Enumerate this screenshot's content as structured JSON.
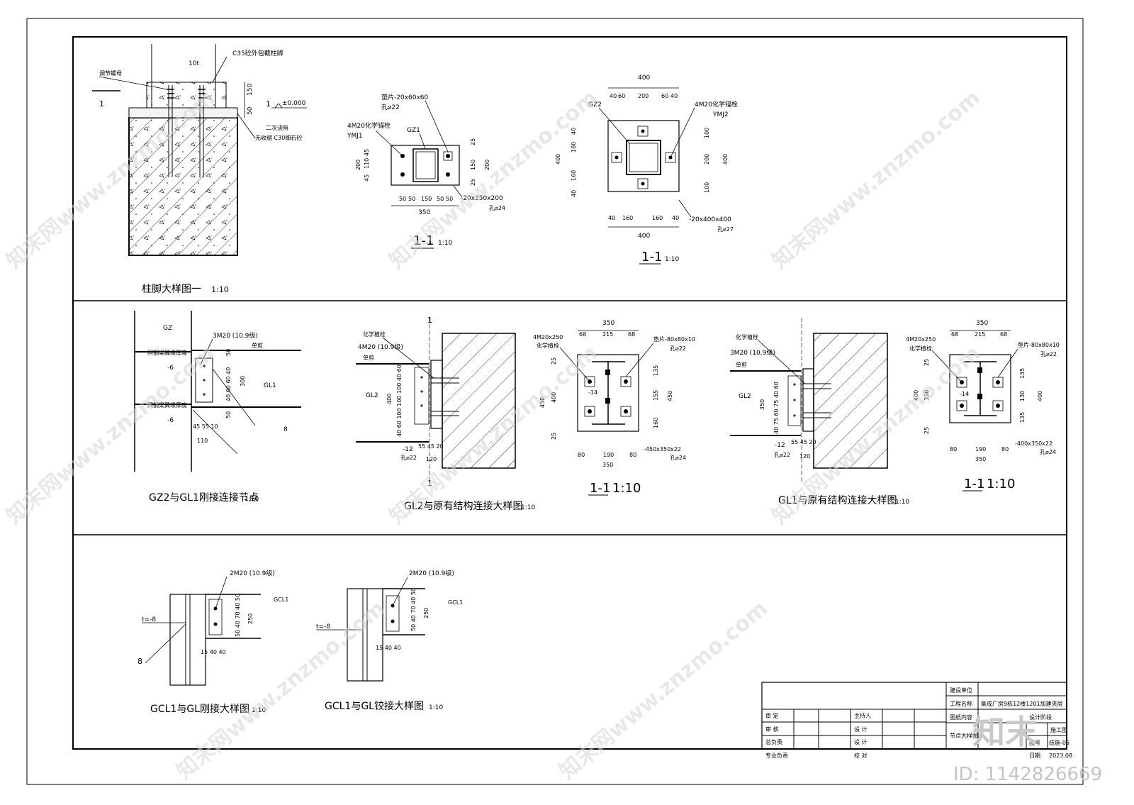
{
  "drawing": {
    "detail1": {
      "title": "柱脚大样图一",
      "scale": "1:10",
      "labels": {
        "concrete": "C35砼外包截柱脚",
        "nut": "调节螺母",
        "plate": "10t",
        "section": "1",
        "elevation": "±0.000",
        "grout_a": "二次浇筑",
        "grout_b": "无收缩 C30细石砼",
        "d150": "150",
        "d50": "50"
      }
    },
    "detail2": {
      "title": "1-1",
      "scale": "1:10",
      "labels": {
        "washer": "垫片-20x60x60",
        "washer_hole": "孔⌀22",
        "anchor": "4M20化学锚栓",
        "anchor_code": "YMJ1",
        "column": "GZ1",
        "plate": "-20x350x200",
        "plate_hole": "孔⌀24"
      },
      "dims": {
        "bottom": [
          "50",
          "50",
          "150",
          "50",
          "50"
        ],
        "total": "350",
        "left": [
          "45",
          "110",
          "45"
        ],
        "left_total": "200",
        "right": [
          "25",
          "150",
          "25"
        ],
        "right_total": "200"
      }
    },
    "detail3": {
      "title": "1-1",
      "scale": "1:10",
      "labels": {
        "column": "GZ2",
        "anchor": "4M20化学锚栓",
        "anchor_code": "YMJ2",
        "plate": "-20x400x400",
        "plate_hole": "孔⌀27"
      },
      "dims": {
        "top_total": "400",
        "top": [
          "40",
          "60",
          "200",
          "60",
          "40"
        ],
        "bottom": [
          "40",
          "160",
          "160",
          "40"
        ],
        "bottom_total": "400",
        "left": [
          "40",
          "160",
          "160",
          "40"
        ],
        "left_total": "400",
        "right": [
          "100",
          "200",
          "100"
        ],
        "right_total": "400"
      }
    },
    "detail4": {
      "title": "GZ2与GL1刚接连接节点",
      "scale": "1:10",
      "labels": {
        "column": "GZ",
        "bolt": "3M20 (10.9级)",
        "stiff_top": "同钢梁翼缘厚度",
        "stiff_bot": "同钢梁翼缘厚度",
        "plate_top": "-6",
        "plate_bot": "-6",
        "beam": "GL1",
        "shear": "单剪",
        "weld": "8",
        "h300": "300",
        "d50a": "50",
        "d50b": "50",
        "dmid": "40 60 60 40",
        "dbot": "45 55 10",
        "d110": "110"
      }
    },
    "detail5": {
      "title": "GL2与原有结构连接大样图",
      "scale": "1:10",
      "labels": {
        "anchor": "化学植栓",
        "bolt": "4M20 (10.9级)",
        "shear": "单剪",
        "beam": "GL2",
        "h400": "400",
        "dims_v": "40 60 100 100 100 40 60",
        "plate": "-12",
        "hole": "孔⌀22",
        "dims_b": "55 45 20",
        "d120": "120",
        "sec": "1"
      }
    },
    "detail6": {
      "title": "1-1",
      "scale": "1:10",
      "labels": {
        "anchor": "4M20x250",
        "anchor_b": "化学植栓",
        "washer": "垫片-80x80x10",
        "washer_hole": "孔⌀22",
        "web": "-14",
        "plate": "-450x350x22",
        "plate_hole": "孔⌀24"
      },
      "dims": {
        "top_total": "350",
        "top": [
          "68",
          "215",
          "68"
        ],
        "bottom": [
          "80",
          "190",
          "80"
        ],
        "bottom_total": "350",
        "left_outer": "450",
        "left_inner": "400",
        "left_small": [
          "25",
          "25"
        ],
        "right": [
          "135",
          "155",
          "160"
        ],
        "right_total": "450"
      }
    },
    "detail7": {
      "title": "GL1与原有结构连接大样图",
      "scale": "1:10",
      "labels": {
        "anchor": "化学植栓",
        "bolt": "3M20 (10.9级)",
        "shear": "单剪",
        "beam": "GL2",
        "h350": "350",
        "dims_v": "40 75 60 75 40 60",
        "plate": "-12",
        "hole": "孔⌀22",
        "dims_b": "55 45 20",
        "d120": "120"
      }
    },
    "detail8": {
      "title": "1-1",
      "scale": "1:10",
      "labels": {
        "anchor": "4M20x250",
        "anchor_b": "化学植栓",
        "washer": "垫片-80x80x10",
        "washer_hole": "孔⌀22",
        "web": "-14",
        "plate": "-400x350x22",
        "plate_hole": "孔⌀24"
      },
      "dims": {
        "top_total": "350",
        "top": [
          "68",
          "215",
          "68"
        ],
        "bottom": [
          "80",
          "190",
          "80"
        ],
        "bottom_total": "350",
        "left_outer": "400",
        "left_inner": "350",
        "left_small": [
          "25",
          "25"
        ],
        "right": [
          "135",
          "130",
          "135"
        ],
        "right_total": "400"
      }
    },
    "detail9": {
      "title": "GCL1与GL刚接大样图",
      "scale": "1:10",
      "labels": {
        "bolt": "2M20 (10.9级)",
        "member": "GCL1",
        "thick": "t=-8",
        "weld": "8",
        "dims_v": "50 40 70 40 50",
        "h250": "250",
        "dims_b": "15 40 40"
      }
    },
    "detail10": {
      "title": "GCL1与GL铰接大样图",
      "scale": "1:10",
      "labels": {
        "bolt": "2M20 (10.9级)",
        "member": "GCL1",
        "thick": "t=-8",
        "dims_v": "50 40 70 40 50",
        "h250": "250",
        "dims_b": "15 40 40"
      }
    }
  },
  "title_block": {
    "build_unit": "建设单位",
    "project_label": "工程名称",
    "project_name": "集成厂房9栋12楼1201加建夹层",
    "content_label": "图纸内容",
    "content": "节点大样图",
    "stage": "施工图",
    "design_stage": "设计阶段",
    "num_label": "图号",
    "number": "结施-05",
    "date_label": "日期",
    "date": "2023.08",
    "rows": [
      {
        "a": "审 定",
        "b": "主持人"
      },
      {
        "a": "审 核",
        "b": "设 计"
      },
      {
        "a": "总负责",
        "b": "设 计"
      },
      {
        "a": "专业负责",
        "b": "校 对"
      }
    ]
  },
  "watermark": {
    "text": "知末网www.znzmo.com",
    "logo": "知末",
    "id": "ID: 1142826669"
  }
}
